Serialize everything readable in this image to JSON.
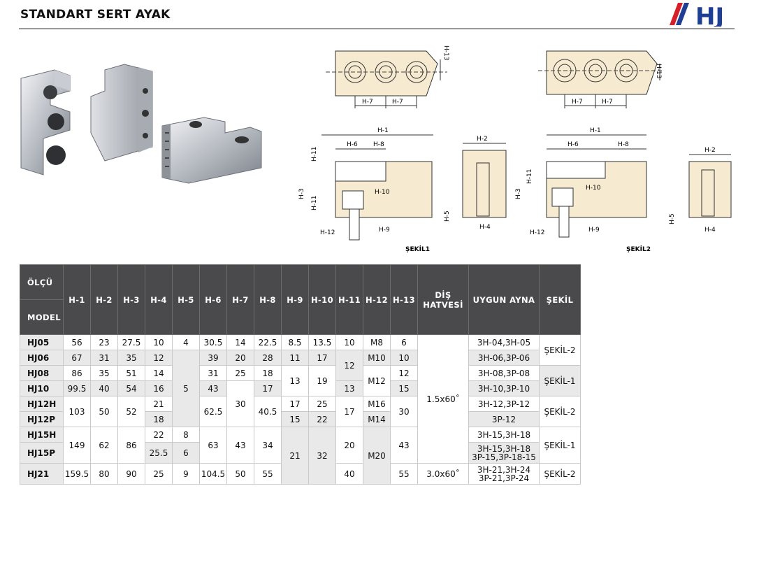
{
  "page": {
    "title": "STANDART SERT AYAK",
    "logo_text": "HJ",
    "brand_colors": {
      "red": "#d5202a",
      "blue": "#1f3f94"
    }
  },
  "diagram": {
    "labels": {
      "h1": "H-1",
      "h2": "H-2",
      "h3": "H-3",
      "h4": "H-4",
      "h5": "H-5",
      "h6": "H-6",
      "h7": "H-7",
      "h8": "H-8",
      "h9": "H-9",
      "h10": "H-10",
      "h11": "H-11",
      "h12": "H-12",
      "h13": "H-13"
    },
    "figure1": "ŞEKİL1",
    "figure2": "ŞEKİL2"
  },
  "table": {
    "corner_top": "ÖLÇÜ",
    "corner_bottom": "MODEL",
    "headers": [
      "H-1",
      "H-2",
      "H-3",
      "H-4",
      "H-5",
      "H-6",
      "H-7",
      "H-8",
      "H-9",
      "H-10",
      "H-11",
      "H-12",
      "H-13"
    ],
    "dis_line1": "DİŞ",
    "dis_line2": "HATVESİ",
    "ayna": "UYGUN AYNA",
    "sekil": "ŞEKİL",
    "models": [
      "HJ05",
      "HJ06",
      "HJ08",
      "HJ10",
      "HJ12H",
      "HJ12P",
      "HJ15H",
      "HJ15P",
      "HJ21"
    ],
    "c": {
      "r0": {
        "h1": "56",
        "h2": "23",
        "h3": "27.5",
        "h4": "10",
        "h5": "4",
        "h6": "30.5",
        "h7": "14",
        "h8": "22.5",
        "h9": "8.5",
        "h10": "13.5",
        "h11": "10",
        "h12": "M8",
        "h13": "6",
        "ayna": "3H-04,3H-05",
        "sekil": "ŞEKİL-2"
      },
      "r1": {
        "h1": "67",
        "h2": "31",
        "h3": "35",
        "h4": "12",
        "h6": "39",
        "h7": "20",
        "h8": "28",
        "h9": "11",
        "h10": "17",
        "h11": "12",
        "h12": "M10",
        "h13": "10",
        "ayna": "3H-06,3P-06"
      },
      "r2": {
        "h1": "86",
        "h2": "35",
        "h3": "51",
        "h4": "14",
        "h5": "5",
        "h6": "31",
        "h7": "25",
        "h8": "18",
        "h9": "13",
        "h10": "19",
        "h12": "M12",
        "h13": "12",
        "ayna": "3H-08,3P-08",
        "sekil": "ŞEKİL-1"
      },
      "r3": {
        "h1": "99.5",
        "h2": "40",
        "h3": "54",
        "h4": "16",
        "h6": "43",
        "h7": "30",
        "h8": "17",
        "h11": "13",
        "h13": "15",
        "ayna": "3H-10,3P-10",
        "dis": "1.5x60˚"
      },
      "r4": {
        "h1": "103",
        "h2": "50",
        "h3": "52",
        "h4": "21",
        "h6": "62.5",
        "h8": "40.5",
        "h9": "17",
        "h10": "25",
        "h11": "17",
        "h12": "M16",
        "h13": "30",
        "ayna": "3H-12,3P-12",
        "sekil": "ŞEKİL-2"
      },
      "r5": {
        "h4": "18",
        "h9": "15",
        "h10": "22",
        "h12": "M14",
        "ayna": "3P-12"
      },
      "r6": {
        "h1": "149",
        "h2": "62",
        "h3": "86",
        "h4": "22",
        "h5": "8",
        "h6": "63",
        "h7": "43",
        "h8": "34",
        "h11": "20",
        "h13": "43",
        "ayna": "3H-15,3H-18",
        "sekil": "ŞEKİL-1"
      },
      "r7": {
        "h4": "25.5",
        "h5": "6",
        "h9": "21",
        "h10": "32",
        "h12": "M20",
        "ayna1": "3H-15,3H-18",
        "ayna2": "3P-15,3P-18-15"
      },
      "r8": {
        "h1": "159.5",
        "h2": "80",
        "h3": "90",
        "h4": "25",
        "h5": "9",
        "h6": "104.5",
        "h7": "50",
        "h8": "55",
        "h11": "40",
        "h13": "55",
        "dis": "3.0x60˚",
        "ayna1": "3H-21,3H-24",
        "ayna2": "3P-21,3P-24",
        "sekil": "ŞEKİL-2"
      }
    }
  }
}
